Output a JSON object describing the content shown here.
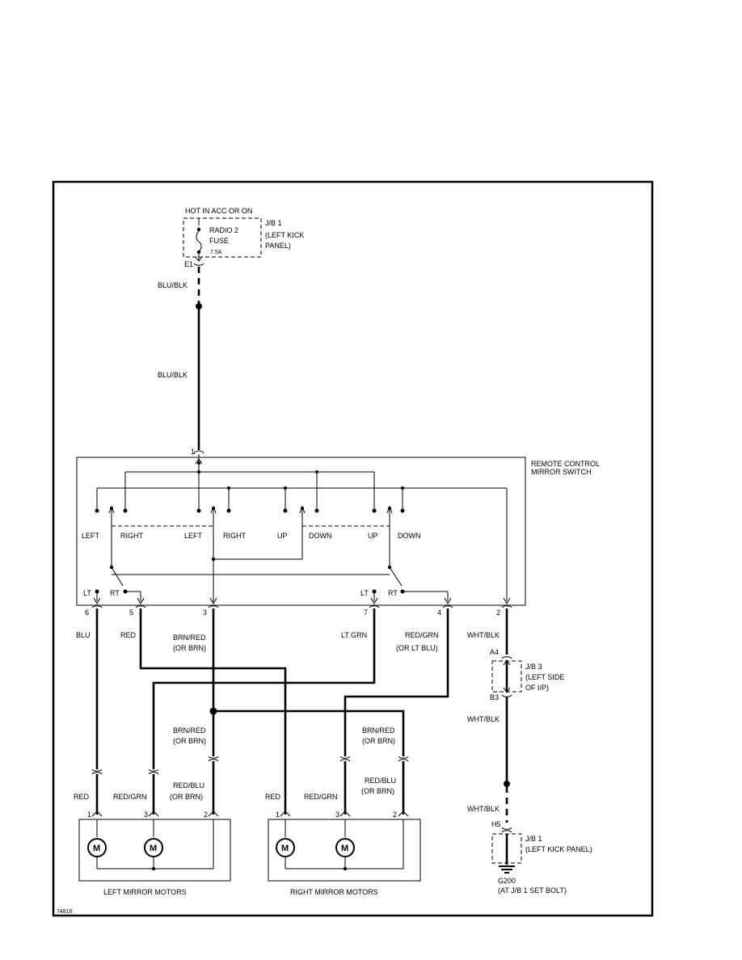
{
  "power": {
    "hot": "HOT IN ACC OR ON"
  },
  "fuse": {
    "name": "RADIO 2",
    "type": "FUSE",
    "rating": "7.5A"
  },
  "jb1_top": {
    "line1": "J/B 1",
    "line2": "(LEFT KICK",
    "line3": "PANEL)"
  },
  "conn": {
    "e1": "E1",
    "p1": "1",
    "p6": "6",
    "p5": "5",
    "p3": "3",
    "p7": "7",
    "p4": "4",
    "p2": "2",
    "a4": "A4",
    "b3": "B3",
    "h5": "H5"
  },
  "wires": {
    "blu_blk_1": "BLU/BLK",
    "blu_blk_2": "BLU/BLK",
    "blu": "BLU",
    "red": "RED",
    "brn_red_1": "BRN/RED",
    "or_brn_1": "(OR BRN)",
    "lt_grn": "LT GRN",
    "red_grn": "RED/GRN",
    "or_lt_blu": "(OR LT BLU)",
    "wht_blk_1": "WHT/BLK",
    "wht_blk_2": "WHT/BLK",
    "wht_blk_3": "WHT/BLK",
    "brn_red_2": "BRN/RED",
    "or_brn_2": "(OR BRN)",
    "brn_red_3": "BRN/RED",
    "or_brn_3": "(OR BRN)",
    "l_red": "RED",
    "l_red_grn": "RED/GRN",
    "l_red_blu": "RED/BLU",
    "l_or_brn": "(OR BRN)",
    "r_red": "RED",
    "r_red_grn": "RED/GRN",
    "r_red_blu": "RED/BLU",
    "r_or_brn": "(OR BRN)"
  },
  "switch": {
    "title1": "REMOTE CONTROL",
    "title2": "MIRROR SWITCH",
    "left1": "LEFT",
    "right1": "RIGHT",
    "left2": "LEFT",
    "right2": "RIGHT",
    "up1": "UP",
    "down1": "DOWN",
    "up2": "UP",
    "down2": "DOWN",
    "lt1": "LT",
    "rt1": "RT",
    "lt2": "LT",
    "rt2": "RT"
  },
  "jb3": {
    "line1": "J/B 3",
    "line2": "(LEFT SIDE",
    "line3": "OF I/P)"
  },
  "jb1_bottom": {
    "line1": "J/B 1",
    "line2": "(LEFT KICK PANEL)"
  },
  "ground": {
    "name": "G200",
    "location": "(AT J/B 1 SET BOLT)"
  },
  "motors": {
    "symbol": "M",
    "left_label": "LEFT MIRROR MOTORS",
    "right_label": "RIGHT MIRROR MOTORS",
    "l_pin1": "1",
    "l_pin3": "3",
    "l_pin2": "2",
    "r_pin1": "1",
    "r_pin3": "3",
    "r_pin2": "2"
  },
  "figure_id": "74816"
}
